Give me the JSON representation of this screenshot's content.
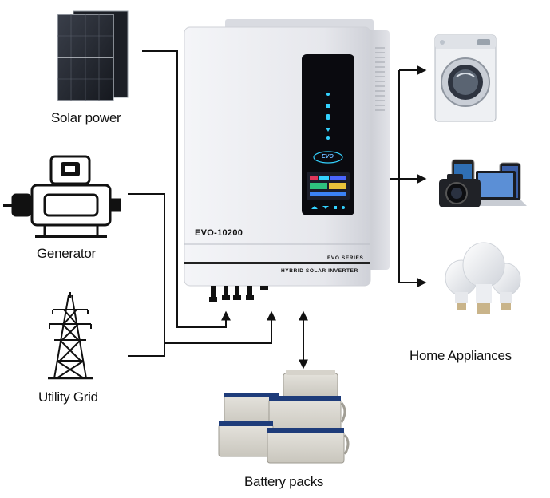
{
  "labels": {
    "solar": "Solar power",
    "generator": "Generator",
    "grid": "Utility Grid",
    "battery": "Battery packs",
    "home": "Home Appliances"
  },
  "inverter": {
    "model": "EVO-10200",
    "series": "EVO SERIES",
    "subtitle": "HYBRID SOLAR INVERTER",
    "brand": "EVO"
  },
  "colors": {
    "lines": "#111111",
    "inverter_body": "#e8e9ee",
    "display_panel": "#0a0a0f",
    "display_glow": "#33d2ff"
  },
  "icons": [
    "solar-panel-icon",
    "generator-icon",
    "power-tower-icon",
    "battery-icon",
    "washing-machine-icon",
    "electronics-icon",
    "light-bulb-icon"
  ]
}
